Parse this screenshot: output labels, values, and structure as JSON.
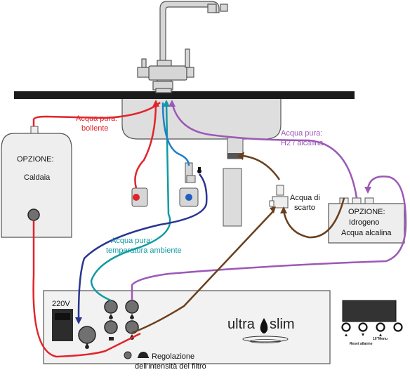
{
  "colors": {
    "hot": "#e1242b",
    "ambient": "#119aa3",
    "drain": "#6b3f1c",
    "hydrogen": "#9b59b6",
    "inlet": "#2a3590",
    "blue_valve": "#1f5fbf",
    "device_fill": "#eeeeee",
    "outline": "#555555"
  },
  "labels": {
    "hot_water_line1": "Acqua pura:",
    "hot_water_line2": "bollente",
    "h2_water_line1": "Acqua pura:",
    "h2_water_line2": "H2 / alcalina",
    "ambient_water_line1": "Acqua pura:",
    "ambient_water_line2": "temperatura ambiente",
    "drain_line1": "Acqua di",
    "drain_line2": "scarto",
    "boiler_option": "OPZIONE:",
    "boiler_name": "Caldaia",
    "hydrogen_option": "OPZIONE:",
    "hydrogen_line1": "Idrogeno",
    "hydrogen_line2": "Acqua alcalina",
    "voltage": "220V",
    "brand_left": "ultra",
    "brand_right": "slim",
    "filter_reg_line1": "Regolazione",
    "filter_reg_line2": "dell'intensità del filtro",
    "reset_allarme": "Reset allarme",
    "menu_label": "10\"Menu"
  },
  "icons": {
    "display": "lcd-display",
    "buttons": [
      "up-arrow-icon",
      "down-arrow-icon",
      "star-icon",
      "menu-icon"
    ]
  }
}
